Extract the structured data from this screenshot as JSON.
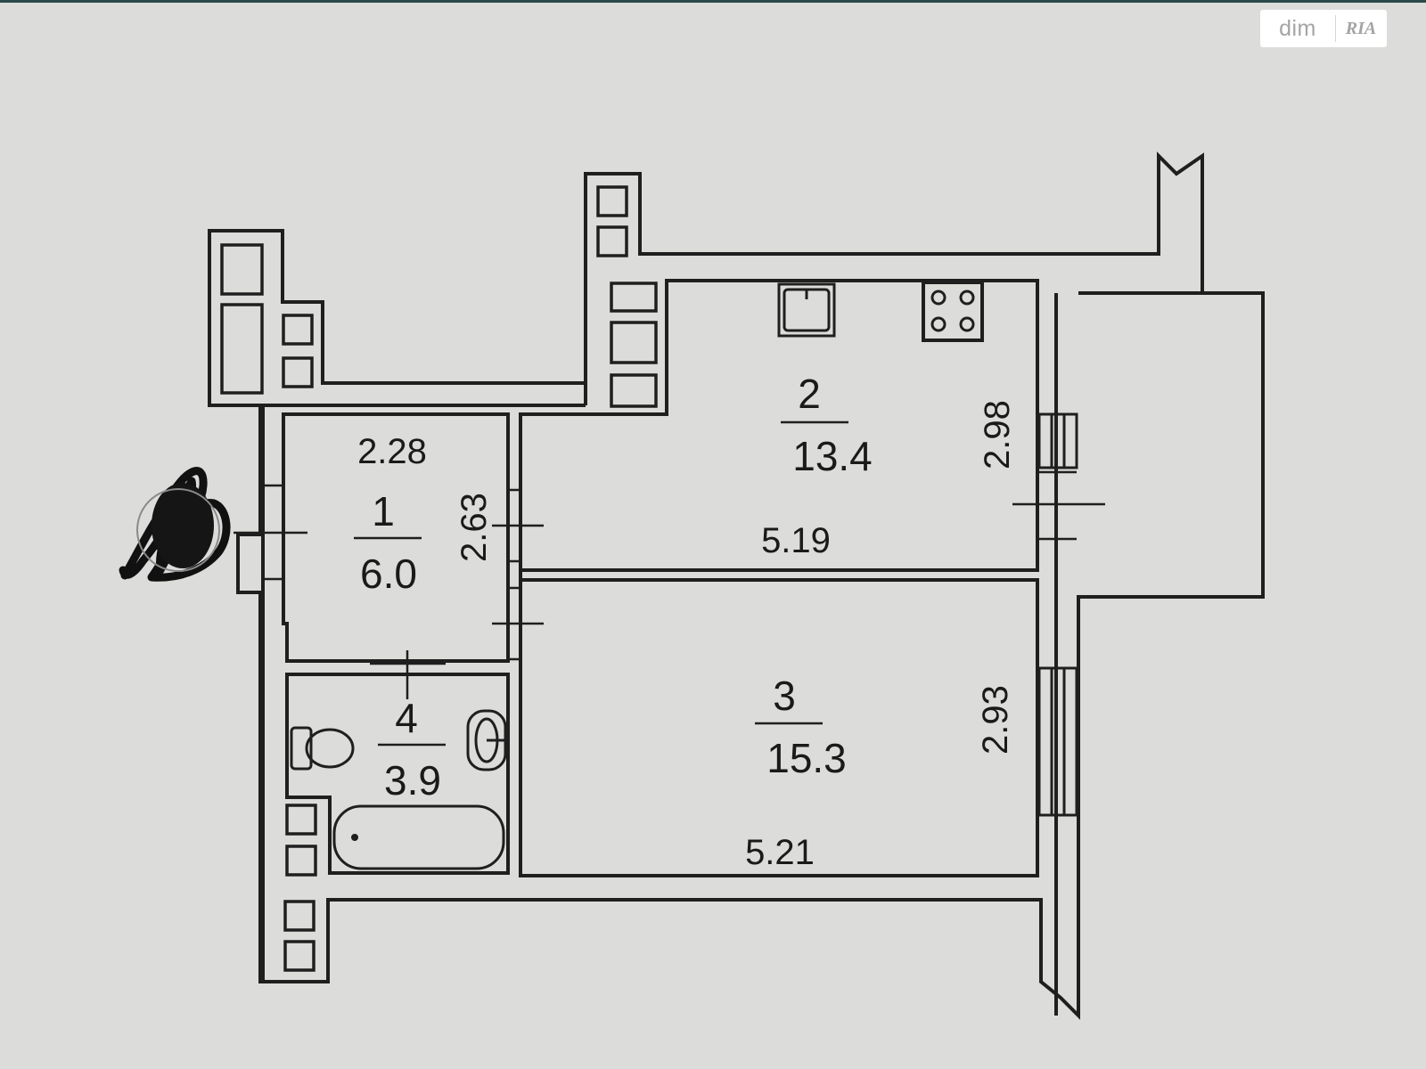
{
  "watermark": {
    "brand": "dim",
    "logo": "RIA"
  },
  "colors": {
    "wall": "#1f1f1f",
    "background": "#dcdcda"
  },
  "rooms": [
    {
      "number": "1",
      "area": "6.0",
      "width": "2.28",
      "depth": "2.63"
    },
    {
      "number": "2",
      "area": "13.4",
      "width": "5.19",
      "depth": "2.98"
    },
    {
      "number": "3",
      "area": "15.3",
      "width": "5.21",
      "depth": "2.93"
    },
    {
      "number": "4",
      "area": "3.9"
    }
  ],
  "fixtures": [
    "sink-icon",
    "stove-icon",
    "toilet-icon",
    "washbasin-icon",
    "bathtub-icon"
  ]
}
